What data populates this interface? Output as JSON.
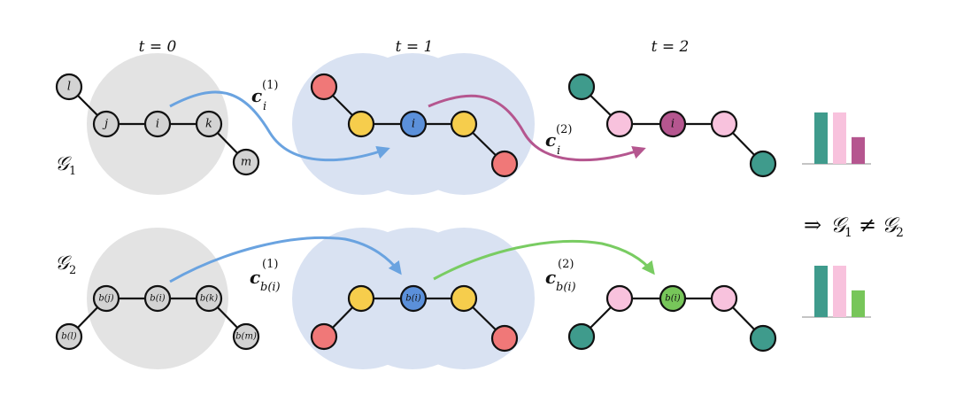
{
  "time_labels": [
    "t = 0",
    "t = 1",
    "t = 2"
  ],
  "graphs": {
    "g1": {
      "name_main": "𝒢",
      "name_sub": "1",
      "nodes": {
        "l": "l",
        "j": "j",
        "i": "i",
        "k": "k",
        "m": "m"
      },
      "t1_center": "i",
      "t2_center": "i",
      "color_label_1": {
        "main": "c",
        "sub": "i",
        "sup": "(1)"
      },
      "color_label_2": {
        "main": "c",
        "sub": "i",
        "sup": "(2)"
      }
    },
    "g2": {
      "name_main": "𝒢",
      "name_sub": "2",
      "nodes": {
        "l": "b(l)",
        "j": "b(j)",
        "i": "b(i)",
        "k": "b(k)",
        "m": "b(m)"
      },
      "t1_center": "b(i)",
      "t2_center": "b(i)",
      "color_label_1": {
        "main": "c",
        "sub": "b(i)",
        "sup": "(1)"
      },
      "color_label_2": {
        "main": "c",
        "sub": "b(i)",
        "sup": "(2)"
      }
    }
  },
  "conclusion": {
    "arrow": "⇒",
    "left": "𝒢",
    "left_sub": "1",
    "neq": "≠",
    "right": "𝒢",
    "right_sub": "2"
  },
  "histograms": [
    {
      "name": "g1-histogram",
      "values": [
        1,
        1,
        0.52
      ],
      "colors": [
        "#3f9b8c",
        "#f8c2dd",
        "#b5568f"
      ]
    },
    {
      "name": "g2-histogram",
      "values": [
        1,
        1,
        0.52
      ],
      "colors": [
        "#3f9b8c",
        "#f8c2dd",
        "#77c65a"
      ]
    }
  ],
  "colors": {
    "neighborhood_gray": "#e3e3e3",
    "neighborhood_blue": "#d9e2f2",
    "node_gray": "#d3d3d3",
    "red": "#f07878",
    "yellow": "#f6cd4c",
    "blue_center": "#5b90da",
    "teal": "#3f9b8c",
    "pink": "#f8c2dd",
    "purple_center": "#b5568f",
    "green_center": "#77c65a",
    "arrow_blue": "#6aa3e0",
    "arrow_purple": "#b5568f",
    "arrow_green": "#79cc62"
  }
}
